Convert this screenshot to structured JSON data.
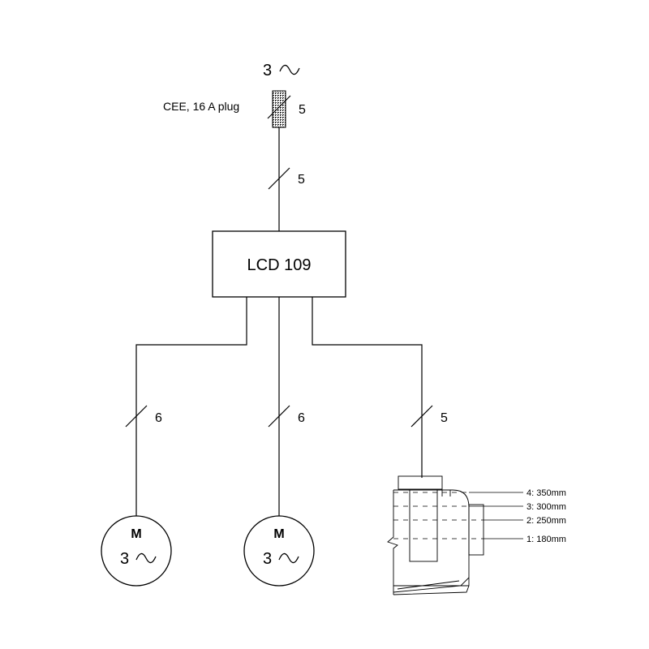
{
  "supply": {
    "phase_count": "3",
    "plug_label": "CEE, 16 A plug",
    "plug_wire_count": "5",
    "cable_wire_count": "5"
  },
  "controller": {
    "label": "LCD 109"
  },
  "branches": {
    "motor1_wire_count": "6",
    "motor2_wire_count": "6",
    "tank_wire_count": "5"
  },
  "motors": [
    {
      "letter": "M",
      "phase_count": "3"
    },
    {
      "letter": "M",
      "phase_count": "3"
    }
  ],
  "tank_levels": [
    {
      "label": "4: 350mm"
    },
    {
      "label": "3: 300mm"
    },
    {
      "label": "2: 250mm"
    },
    {
      "label": "1: 180mm"
    }
  ],
  "symbols": {
    "ac_symbol": "tilde-icon",
    "wire_count_mark": "slash-icon"
  }
}
